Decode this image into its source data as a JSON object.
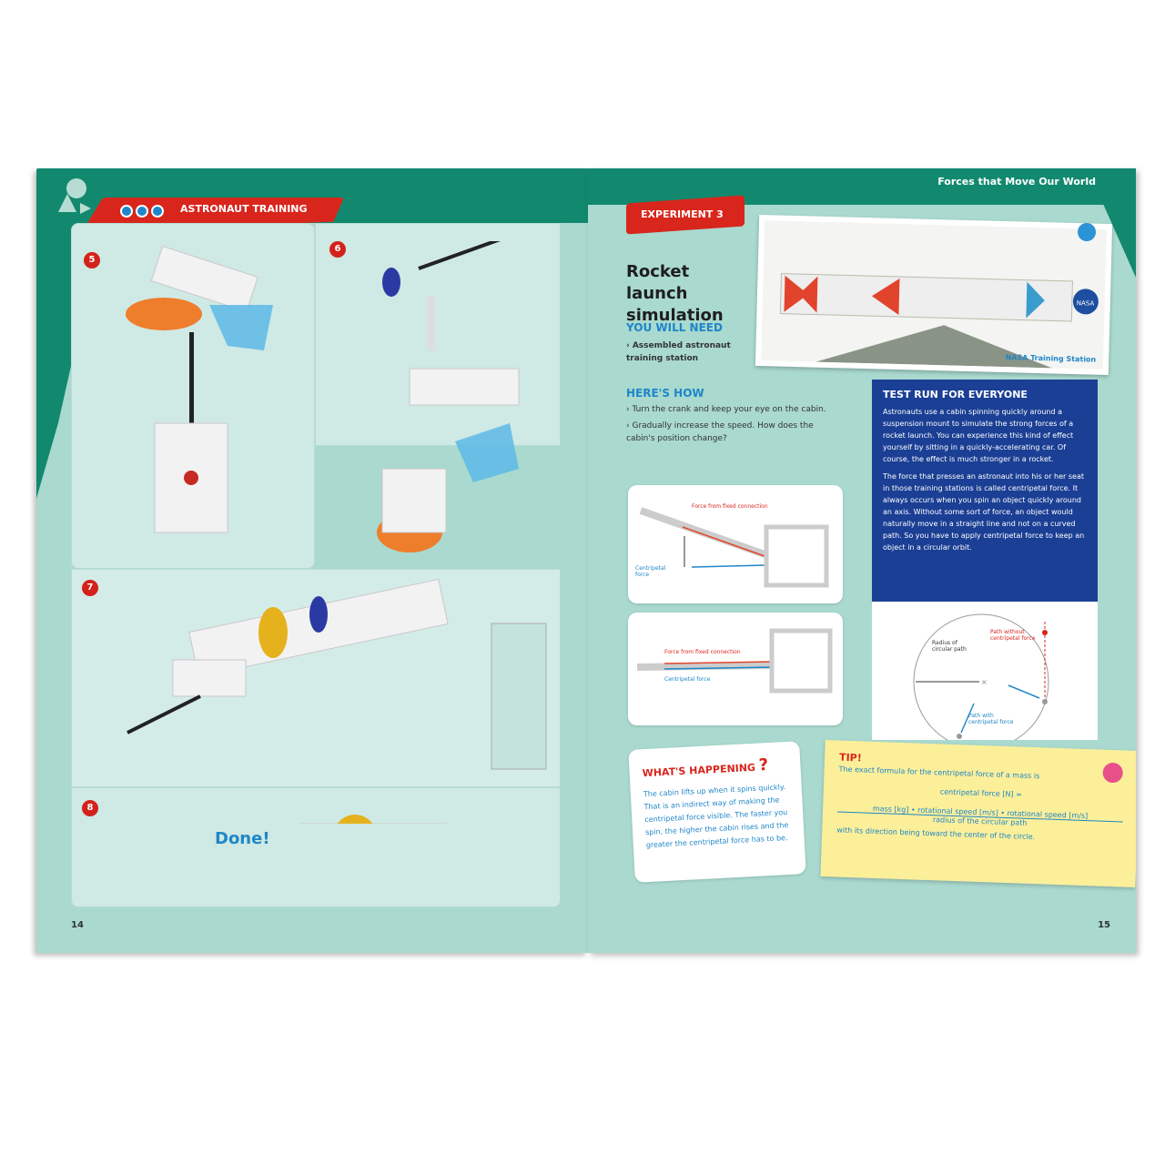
{
  "left_page": {
    "section_banner": "ASTRONAUT TRAINING",
    "steps": [
      "5",
      "6",
      "7",
      "8"
    ],
    "done_label": "Done!",
    "page_number": "14"
  },
  "right_page": {
    "header_title": "Forces that Move Our World",
    "experiment_label": "EXPERIMENT 3",
    "title": "Rocket launch simulation",
    "you_will_need": {
      "heading": "YOU WILL NEED",
      "items": [
        "Assembled astronaut training station"
      ]
    },
    "heres_how": {
      "heading": "HERE'S HOW",
      "items": [
        "Turn the crank and keep your eye on the cabin.",
        "Gradually increase the speed. How does the cabin's position change?"
      ]
    },
    "photo_caption": "NASA Training Station",
    "photo_logo": "NASA",
    "test_run": {
      "heading": "TEST RUN FOR EVERYONE",
      "paragraphs": [
        "Astronauts use a cabin spinning quickly around a suspension mount to simulate the strong forces of a rocket launch. You can experience this kind of effect yourself by sitting in a quickly-accelerating car. Of course, the effect is much stronger in a rocket.",
        "The force that presses an astronaut into his or her seat in those training stations is called centripetal force. It always occurs when you spin an object quickly around an axis. Without some sort of force, an object would naturally move in a straight line and not on a curved path. So you have to apply centripetal force to keep an object in a circular orbit."
      ]
    },
    "diagram1": {
      "force_fixed": "Force from fixed connection",
      "centripetal": "Centripetal force"
    },
    "diagram2": {
      "force_fixed": "Force from fixed connection",
      "centripetal": "Centripetal force"
    },
    "circle_diagram": {
      "radius": "Radius of circular path",
      "without": "Path without centripetal force",
      "with": "Path with centripetal force"
    },
    "whats_happening": {
      "heading": "WHAT'S HAPPENING",
      "text": "The cabin lifts up when it spins quickly. That is an indirect way of making the centripetal force visible. The faster you spin, the higher the cabin rises and the greater the centripetal force has to be."
    },
    "tip": {
      "heading": "TIP!",
      "intro": "The exact formula for the centripetal force of a mass is",
      "lhs": "centripetal force [N] =",
      "numerator": "mass [kg] • rotational speed [m/s] • rotational speed [m/s]",
      "denominator": "radius of the circular path",
      "outro": "with its direction being toward the center of the circle."
    },
    "page_number": "15"
  },
  "colors": {
    "header_green": "#12896f",
    "page_teal": "#a9d9cf",
    "accent_red": "#d8261c",
    "accent_blue": "#1f86c8",
    "navy_box": "#1b3f94",
    "tip_yellow": "#fbef9a"
  }
}
